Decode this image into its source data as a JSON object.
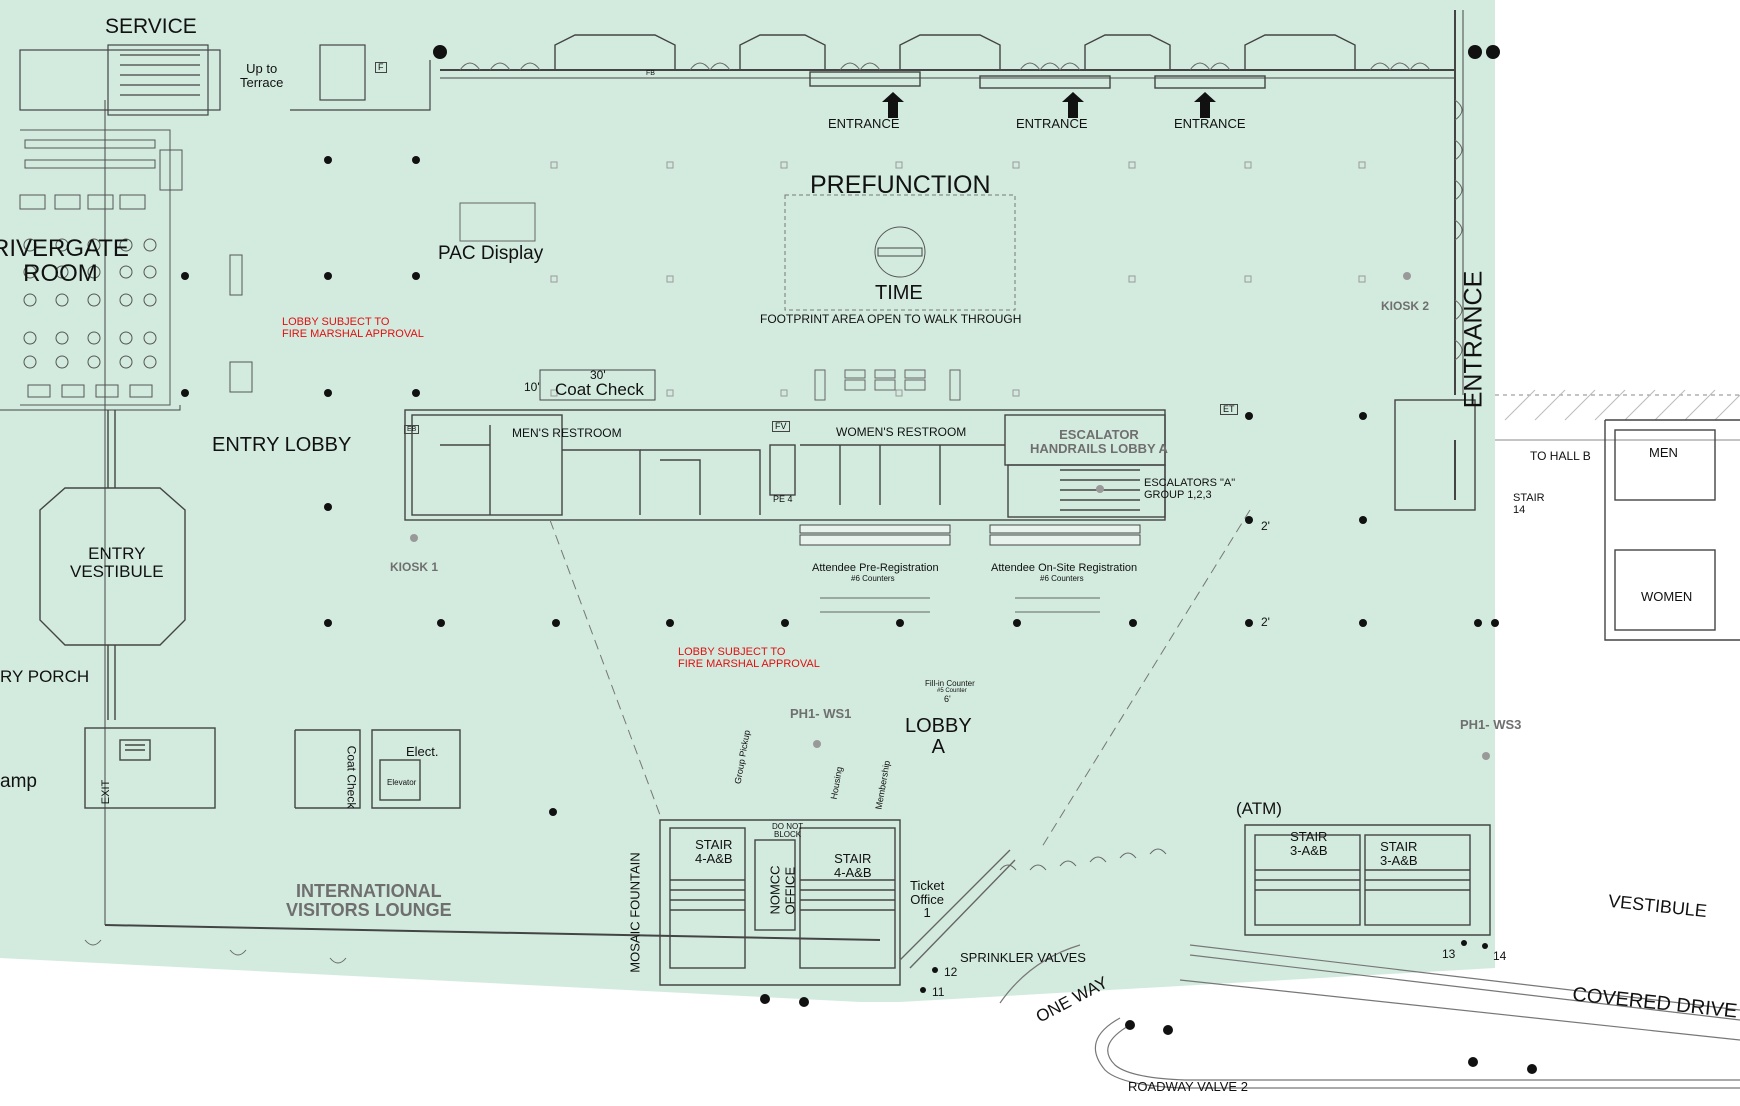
{
  "colors": {
    "venue_fill": "#d3ebdf",
    "wall": "#444444",
    "note_red": "#e01010",
    "label_grey": "#6f6f6f"
  },
  "labels": {
    "service": "SERVICE",
    "up_to_terrace": "Up to\nTerrace",
    "rivergate_room": "RIVERGATE\nROOM",
    "entry_lobby": "ENTRY LOBBY",
    "entry_vestibule": "ENTRY\nVESTIBULE",
    "entry_porch": "RY PORCH",
    "ramp": "amp",
    "exit": "EXIT",
    "coat_check_small": "Coat Check",
    "elect": "Elect.",
    "elevator": "Elevator",
    "intl_visitors_lounge": "INTERNATIONAL\nVISITORS LOUNGE",
    "mosaic_fountain": "MOSAIC FOUNTAIN",
    "stair_4ab_left": "STAIR\n4-A&B",
    "nomcc_office": "NOMCC\nOFFICE",
    "do_not_block": "DO NOT\nBLOCK",
    "stair_4ab_right": "STAIR\n4-A&B",
    "ticket_office": "Ticket\nOffice\n1",
    "sprinkler_valves": "SPRINKLER VALVES",
    "valve_12": "12",
    "valve_11": "11",
    "one_way": "ONE WAY",
    "roadway_valve_2": "ROADWAY VALVE 2",
    "covered_drive": "COVERED DRIVE",
    "vestibule": "VESTIBULE",
    "valve_13": "13",
    "valve_14": "14",
    "atm": "(ATM)",
    "stair_3ab_left": "STAIR\n3-A&B",
    "stair_3ab_right": "STAIR\n3-A&B",
    "ph1_ws3": "PH1- WS3",
    "ph1_ws1": "PH1- WS1",
    "lobby_a": "LOBBY\nA",
    "fillin_counter": "Fill-in Counter",
    "fillin_counter_sub": "#5 Counter",
    "fillin_6": "6'",
    "group_pickup": "Group Pickup",
    "housing": "Housing",
    "membership": "Membership",
    "lobby_note_bottom": "LOBBY SUBJECT TO\nFIRE MARSHAL APPROVAL",
    "lobby_note_top": "LOBBY SUBJECT TO\nFIRE MARSHAL APPROVAL",
    "kiosk_1": "KIOSK 1",
    "kiosk_2": "KIOSK 2",
    "pac_display": "PAC Display",
    "prefunction": "PREFUNCTION",
    "time": "TIME",
    "footprint_note": "FOOTPRINT AREA OPEN TO WALK THROUGH",
    "entrance_1": "ENTRANCE",
    "entrance_2": "ENTRANCE",
    "entrance_3": "ENTRANCE",
    "entrance_east": "ENTRANCE",
    "coat_check": "Coat Check",
    "coat_check_30": "30'",
    "coat_check_10": "10'",
    "mens_restroom": "MEN'S RESTROOM",
    "womens_restroom": "WOMEN'S RESTROOM",
    "pe4": "PE 4",
    "escalator_handrails": "ESCALATOR\nHANDRAILS LOBBY A",
    "escalators_a": "ESCALATORS \"A\"\nGROUP 1,2,3",
    "pre_registration": "Attendee Pre-Registration",
    "pre_registration_sub": "#6 Counters",
    "onsite_registration": "Attendee On-Site Registration",
    "onsite_registration_sub": "#6 Counters",
    "dim_2_top": "2'",
    "dim_2_bottom": "2'",
    "to_hall_b": "TO HALL B",
    "stair_14": "STAIR\n14",
    "men": "MEN",
    "women": "WOMEN",
    "tag_f": "F",
    "tag_fb": "FB",
    "tag_fv": "FV",
    "tag_et": "ET",
    "tag_eb": "EB"
  }
}
